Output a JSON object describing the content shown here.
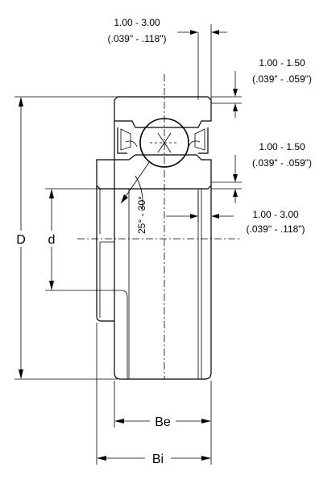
{
  "labels": {
    "outer_diameter": "D",
    "bore_diameter": "d",
    "outer_ring_width": "Be",
    "inner_ring_width": "Bi",
    "angle": "25° - 30°"
  },
  "dimensions": {
    "top_width_mm": "1.00 - 3.00",
    "top_width_in": "(.039\" - .118\")",
    "chamfer_outer_mm": "1.00 - 1.50",
    "chamfer_outer_in": "(.039\" - .059\")",
    "chamfer_inner_mm": "1.00 - 1.50",
    "chamfer_inner_in": "(.039\" - .059\")",
    "offset_mm": "1.00 - 3.00",
    "offset_in": "(.039\" - .118\")"
  }
}
